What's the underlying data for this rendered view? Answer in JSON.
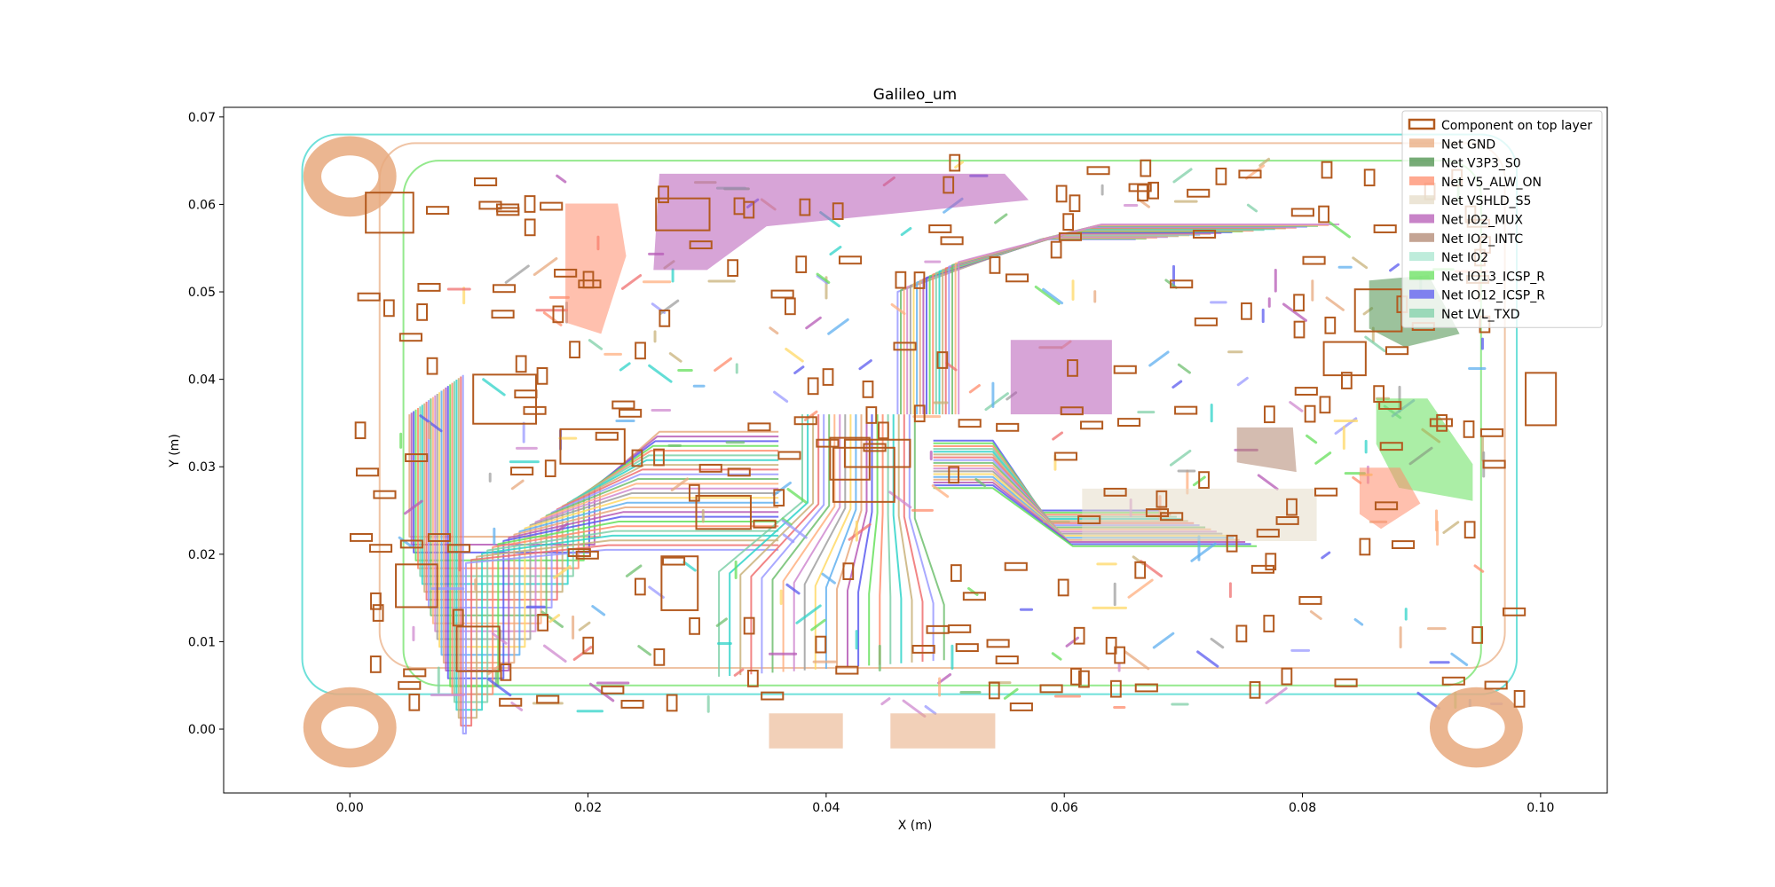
{
  "chart_data": {
    "type": "scatter",
    "title": "Galileo_um",
    "xlabel": "X (m)",
    "ylabel": "Y (m)",
    "xlim": [
      -0.0106,
      0.1056
    ],
    "ylim": [
      -0.0073,
      0.0711
    ],
    "x_ticks": [
      0.0,
      0.02,
      0.04,
      0.06,
      0.08,
      0.1
    ],
    "x_tick_labels": [
      "0.00",
      "0.02",
      "0.04",
      "0.06",
      "0.08",
      "0.10"
    ],
    "y_ticks": [
      0.0,
      0.01,
      0.02,
      0.03,
      0.04,
      0.05,
      0.06,
      0.07
    ],
    "y_tick_labels": [
      "0.00",
      "0.01",
      "0.02",
      "0.03",
      "0.04",
      "0.05",
      "0.06",
      "0.07"
    ],
    "grid": false,
    "legend_position": "upper right",
    "series": [
      {
        "name": "Component on top layer",
        "color": "#b35a1f",
        "style": "outline"
      },
      {
        "name": "Net GND",
        "color": "#e8a97e",
        "style": "fill"
      },
      {
        "name": "Net V3P3_S0",
        "color": "#4a8f4a",
        "style": "fill"
      },
      {
        "name": "Net V5_ALW_ON",
        "color": "#ff8c6b",
        "style": "fill"
      },
      {
        "name": "Net VSHLD_S5",
        "color": "#e6dcc8",
        "style": "fill"
      },
      {
        "name": "Net IO2_MUX",
        "color": "#b65ab6",
        "style": "fill"
      },
      {
        "name": "Net IO2_INTC",
        "color": "#b08570",
        "style": "fill"
      },
      {
        "name": "Net IO2",
        "color": "#a8e6cf",
        "style": "fill"
      },
      {
        "name": "Net IO13_ICSP_R",
        "color": "#66e05c",
        "style": "fill"
      },
      {
        "name": "Net IO12_ICSP_R",
        "color": "#5b5bf0",
        "style": "fill"
      },
      {
        "name": "Net LVL_TXD",
        "color": "#7fd0a8",
        "style": "fill"
      }
    ],
    "mounting_holes": [
      {
        "x": 0.0,
        "y": 0.0632,
        "r_outer": 0.0046,
        "r_inner": 0.0024
      },
      {
        "x": 0.0,
        "y": 0.0002,
        "r_outer": 0.0046,
        "r_inner": 0.0024
      },
      {
        "x": 0.0946,
        "y": 0.0002,
        "r_outer": 0.0046,
        "r_inner": 0.0024
      }
    ],
    "copper_pours": [
      {
        "net": "Net IO2_MUX",
        "points": [
          [
            0.026,
            0.0635
          ],
          [
            0.055,
            0.0635
          ],
          [
            0.057,
            0.0605
          ],
          [
            0.035,
            0.0575
          ],
          [
            0.03,
            0.0525
          ],
          [
            0.0255,
            0.0525
          ]
        ]
      },
      {
        "net": "Net V5_ALW_ON",
        "points": [
          [
            0.0181,
            0.0601
          ],
          [
            0.0225,
            0.0601
          ],
          [
            0.0232,
            0.0541
          ],
          [
            0.0211,
            0.0452
          ],
          [
            0.0181,
            0.0465
          ]
        ]
      },
      {
        "net": "Net IO13_ICSP_R",
        "points": [
          [
            0.0862,
            0.0378
          ],
          [
            0.0905,
            0.0378
          ],
          [
            0.0943,
            0.0303
          ],
          [
            0.0943,
            0.0261
          ],
          [
            0.0881,
            0.0276
          ],
          [
            0.0862,
            0.0326
          ]
        ]
      },
      {
        "net": "Net V3P3_S0",
        "points": [
          [
            0.0856,
            0.0513
          ],
          [
            0.0906,
            0.0519
          ],
          [
            0.0932,
            0.0452
          ],
          [
            0.0886,
            0.0437
          ],
          [
            0.0856,
            0.0458
          ]
        ]
      },
      {
        "net": "Net IO2_INTC",
        "points": [
          [
            0.0745,
            0.0345
          ],
          [
            0.0792,
            0.0345
          ],
          [
            0.0795,
            0.0294
          ],
          [
            0.0745,
            0.0305
          ]
        ]
      },
      {
        "net": "Net VSHLD_S5",
        "points": [
          [
            0.0615,
            0.0275
          ],
          [
            0.0812,
            0.0275
          ],
          [
            0.0812,
            0.0215
          ],
          [
            0.0615,
            0.0215
          ]
        ]
      },
      {
        "net": "Net GND",
        "points": [
          [
            0.0352,
            -0.0022
          ],
          [
            0.0414,
            -0.0022
          ],
          [
            0.0414,
            0.0018
          ],
          [
            0.0352,
            0.0018
          ]
        ]
      },
      {
        "net": "Net GND",
        "points": [
          [
            0.0454,
            -0.0022
          ],
          [
            0.0542,
            -0.0022
          ],
          [
            0.0542,
            0.0018
          ],
          [
            0.0454,
            0.0018
          ]
        ]
      },
      {
        "net": "Net V5_ALW_ON",
        "points": [
          [
            0.0848,
            0.0299
          ],
          [
            0.0882,
            0.0299
          ],
          [
            0.0899,
            0.0258
          ],
          [
            0.0866,
            0.0229
          ],
          [
            0.0848,
            0.0246
          ]
        ]
      },
      {
        "net": "Net IO2_MUX",
        "points": [
          [
            0.0555,
            0.0445
          ],
          [
            0.064,
            0.0445
          ],
          [
            0.064,
            0.036
          ],
          [
            0.0555,
            0.036
          ]
        ]
      }
    ]
  }
}
